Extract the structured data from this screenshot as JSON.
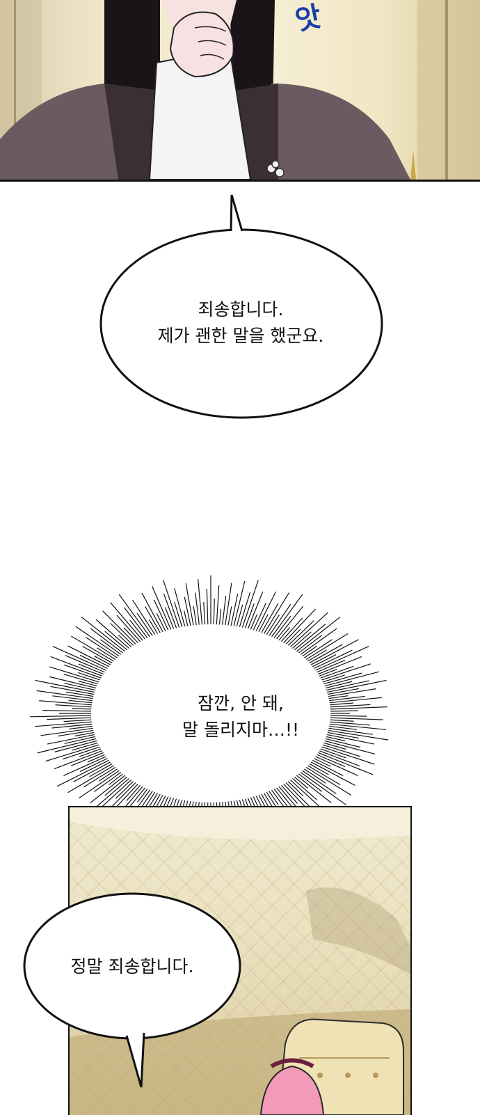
{
  "sfx_top": "앗",
  "bubble1": {
    "line1": "죄송합니다.",
    "line2": "제가 괜한 말을 했군요."
  },
  "bubble2": {
    "line1": "잠깐, 안 돼,",
    "line2": "말 돌리지마…!!"
  },
  "bubble3": {
    "line1": "정말 죄송합니다."
  },
  "colors": {
    "ink": "#111111",
    "sfx": "#1b3fa6",
    "panel_gold": "#efe6c8"
  }
}
